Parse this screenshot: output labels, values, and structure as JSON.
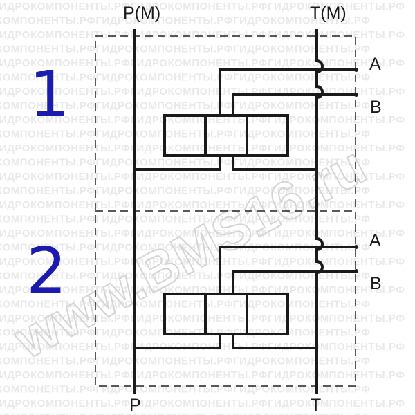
{
  "ports": {
    "top_p": "P(M)",
    "top_t": "T(M)",
    "bottom_p": "P",
    "bottom_t": "T",
    "a1": "A",
    "b1": "B",
    "a2": "A",
    "b2": "B"
  },
  "sections": {
    "first": "1",
    "second": "2"
  },
  "watermark": {
    "row_text": "ГИДРОКОМПОНЕНТЫ.РФГИДРОКОМПОНЕНТЫ.РФГИДРОКОМПОНЕНТЫ.РФ",
    "site": "www.BMS16.ru"
  },
  "colors": {
    "line": "#1a1a1a",
    "section_number": "#1b1bb0",
    "watermark": "#e9e9e9"
  }
}
